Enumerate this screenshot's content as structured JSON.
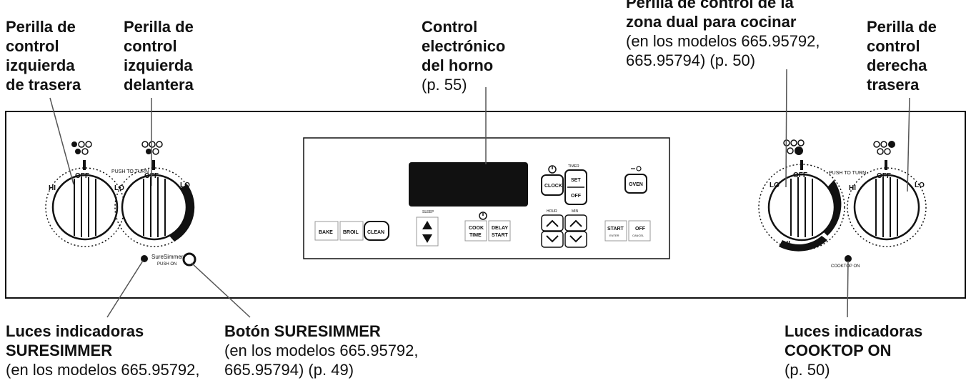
{
  "callouts": {
    "left_rear": {
      "bold": [
        "Perilla de",
        "control",
        "izquierda",
        "de trasera"
      ],
      "regular": []
    },
    "left_front": {
      "bold": [
        "Perilla de",
        "control",
        "izquierda",
        "delantera"
      ],
      "regular": []
    },
    "oven_control": {
      "bold": [
        "Control",
        "electrónico",
        "del horno"
      ],
      "regular": [
        "(p. 55)"
      ]
    },
    "dual_zone": {
      "bold": [
        "Perilla de control de la",
        "zona dual para cocinar"
      ],
      "regular": [
        "(en los modelos 665.95792,",
        "665.95794) (p. 50)"
      ]
    },
    "right_rear": {
      "bold": [
        "Perilla de",
        "control",
        "derecha",
        "trasera"
      ],
      "regular": []
    },
    "suresimmer_lights": {
      "bold": [
        "Luces indicadoras",
        "SURESIMMER"
      ],
      "regular": [
        "(en los modelos 665.95792,"
      ]
    },
    "suresimmer_button": {
      "bold": [
        "Botón SURESIMMER"
      ],
      "regular": [
        "(en los modelos 665.95792,",
        "665.95794) (p. 49)"
      ]
    },
    "cooktop_lights": {
      "bold": [
        "Luces indicadoras",
        "COOKTOP ON"
      ],
      "regular": [
        "(p. 50)"
      ]
    }
  },
  "panel": {
    "push_to_turn_left": "PUSH TO TURN",
    "push_to_turn_right": "PUSH TO TURN",
    "suresimmer_label": "SureSimmer",
    "suresimmer_sub": "PUSH ON",
    "cooktop_on": "COOKTOP ON",
    "knob_off": "OFF",
    "knob_lo": "LO",
    "knob_hi": "HI"
  },
  "oven": {
    "bake": "BAKE",
    "broil": "BROIL",
    "clean": "CLEAN",
    "sleep": "SLEEP",
    "cook_time": [
      "COOK",
      "TIME"
    ],
    "delay_start": [
      "DELAY",
      "START"
    ],
    "clock": "CLOCK",
    "timer": "TIMER",
    "set": "SET",
    "off": "OFF",
    "oven_light": "OVEN",
    "hour": "HOUR",
    "min": "MIN",
    "start": "START",
    "start_sub": "ENTER",
    "off_cancel": "OFF",
    "off_sub": "CANCEL"
  }
}
